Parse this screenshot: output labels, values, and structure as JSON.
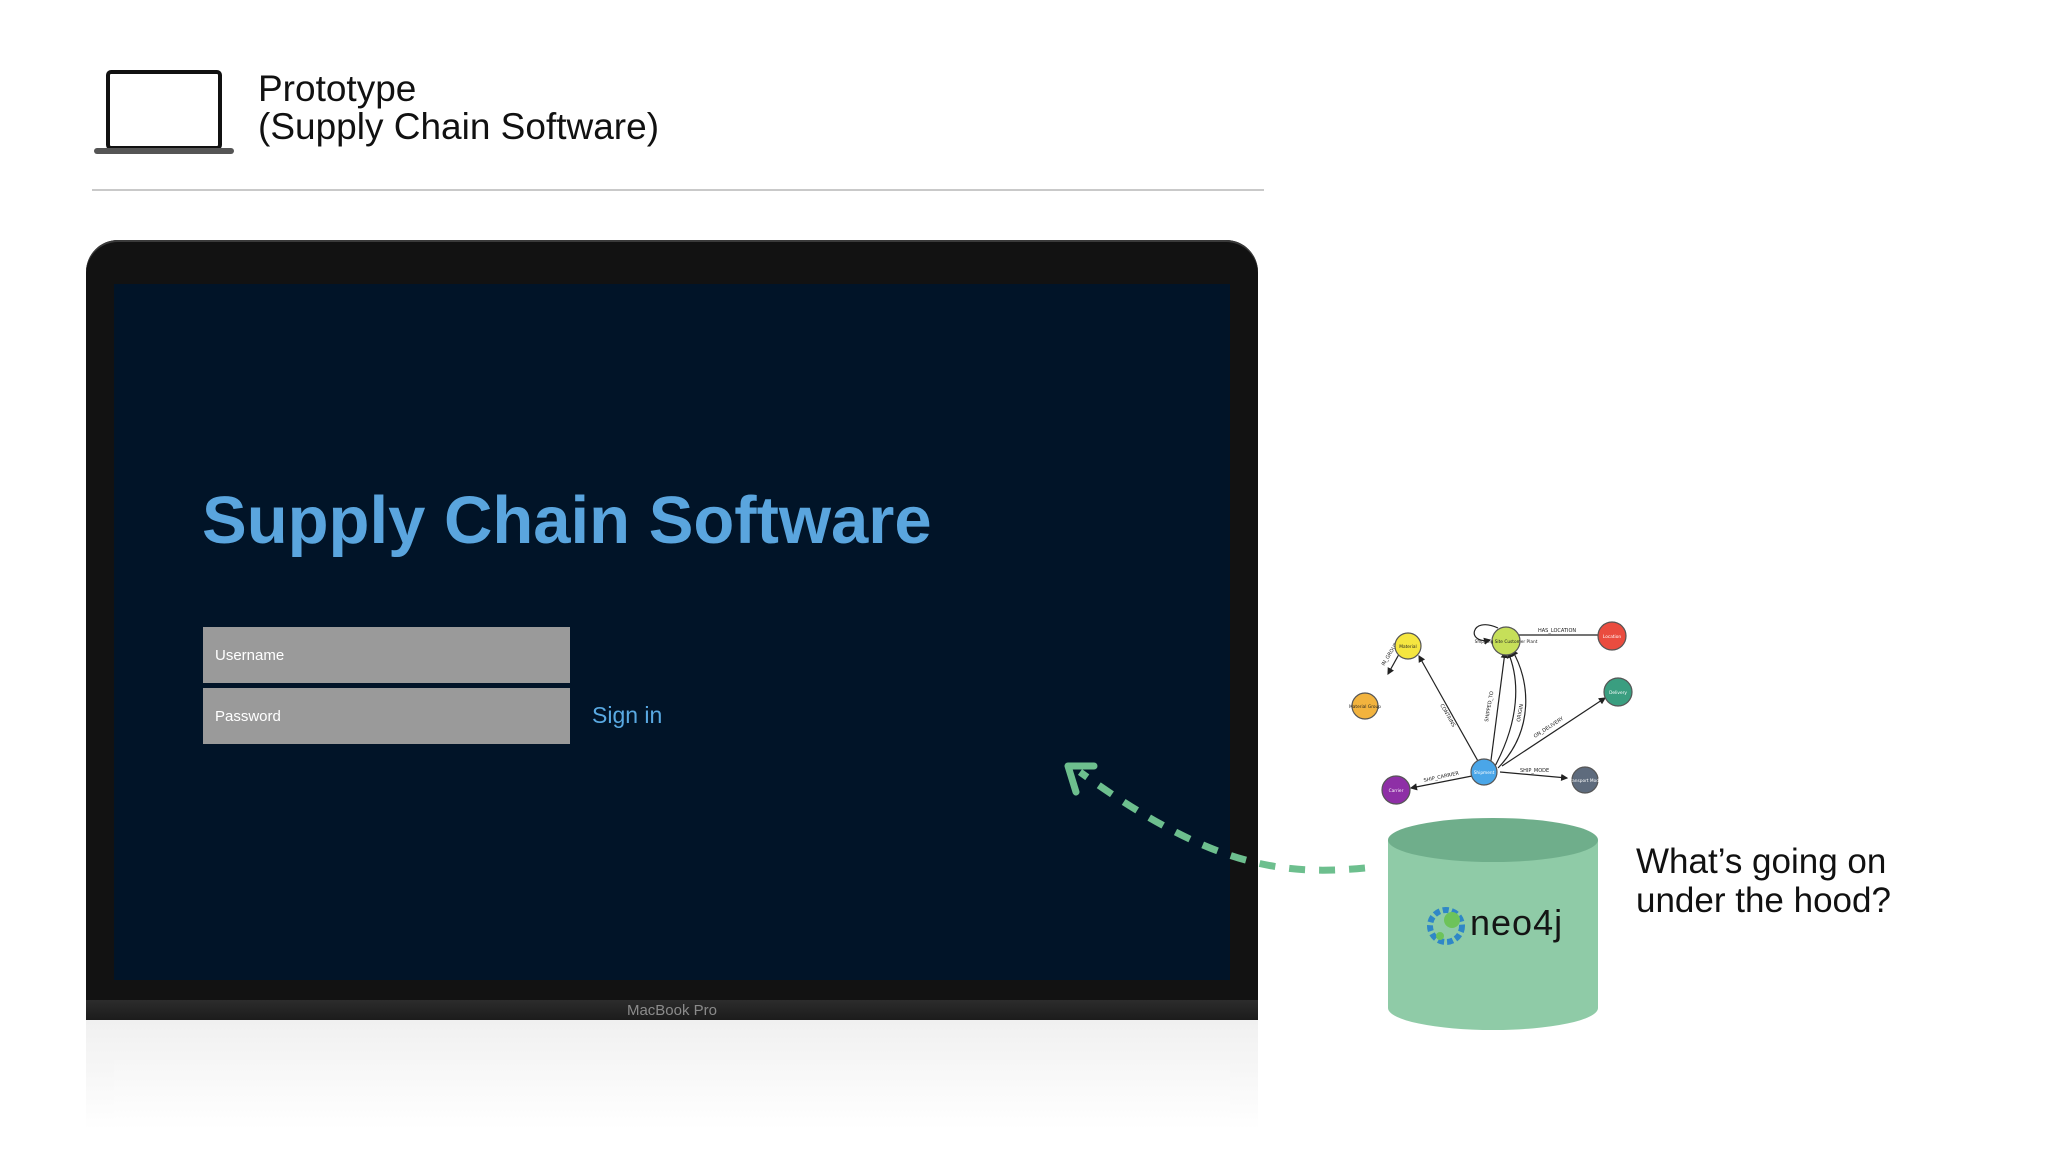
{
  "header": {
    "icon": "laptop-icon",
    "title_line1": "Prototype",
    "title_line2": "(Supply Chain Software)"
  },
  "device": {
    "model_label": "MacBook Pro"
  },
  "app": {
    "title": "Supply Chain Software",
    "username_placeholder": "Username",
    "password_placeholder": "Password",
    "signin_label": "Sign in",
    "title_color": "#5aa5de",
    "screen_bg": "#011428"
  },
  "database": {
    "name": "neo4j",
    "color": "#8fcba7"
  },
  "callout": {
    "line1": "What’s going on",
    "line2": "under the hood?"
  },
  "graph": {
    "nodes": {
      "material": "Material",
      "material_group": "Material Group",
      "shipping_site": "Shipping Site Customer Plant",
      "location": "Location",
      "delivery": "Delivery",
      "shipment": "Shipment",
      "transport_mode": "Transport Mode",
      "carrier": "Carrier"
    },
    "edges": {
      "has_location": "HAS_LOCATION",
      "in_group": "IN_GROUP",
      "contains": "CONTAINS",
      "shipped_to": "SHIPPED_TO",
      "origin": "ORIGIN",
      "ship_carrier": "SHIP_CARRIER",
      "ship_mode": "SHIP_MODE",
      "on_delivery": "ON_DELIVERY"
    }
  }
}
